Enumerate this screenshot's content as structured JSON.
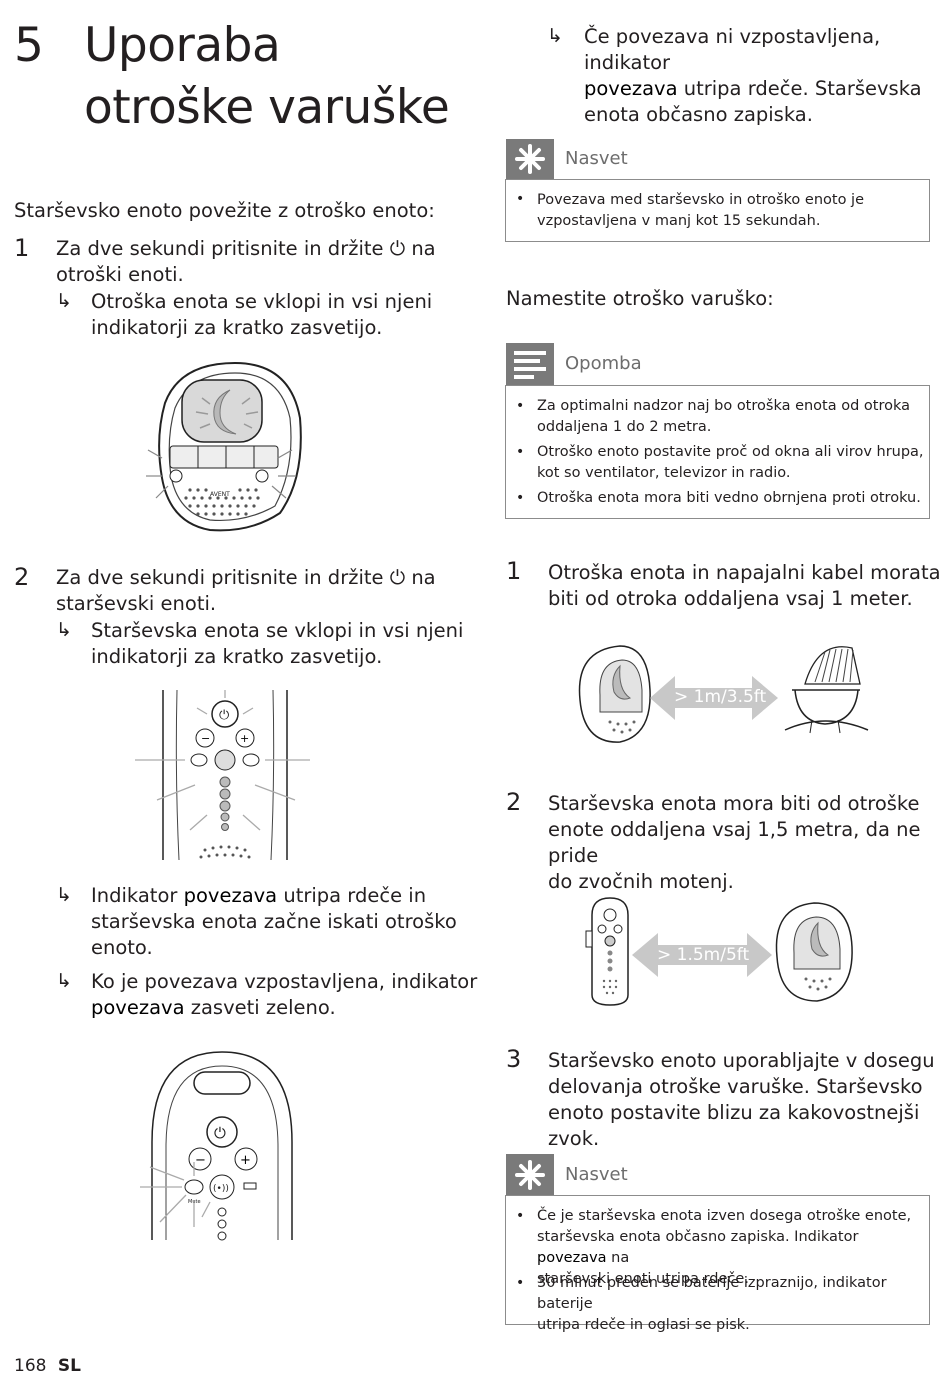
{
  "page": {
    "section_number": "5",
    "title_line1": "Uporaba",
    "title_line2": "otroške varuške",
    "footer_page": "168",
    "footer_lang": "SL"
  },
  "left": {
    "heading": "Starševsko enoto povežite z otroško enoto:",
    "step1": {
      "num": "1",
      "line1": "Za dve sekundi pritisnite in držite ⏻ na",
      "line2": "otroški enoti.",
      "result1": "Otroška enota se vklopi in vsi njeni",
      "result2": "indikatorji za kratko zasvetijo."
    },
    "step2": {
      "num": "2",
      "line1": "Za dve sekundi pritisnite in držite ⏻ na",
      "line2": "starševski enoti.",
      "result1": "Starševska enota se vklopi in vsi njeni",
      "result2": "indikatorji za kratko zasvetijo."
    },
    "result3": {
      "pre": "Indikator ",
      "keyword": "povezava",
      "post": " utripa rdeče in",
      "line2": "starševska enota začne iskati otroško",
      "line3": "enoto."
    },
    "result4": {
      "line1": "Ko je povezava vzpostavljena, indikator",
      "keyword": "povezava",
      "post": " zasveti zeleno."
    },
    "baby_unit_brand": "AVENT",
    "parent_unit_label": "Mute"
  },
  "right": {
    "top_result": {
      "line1": "Če povezava ni vzpostavljena, indikator",
      "keyword": "povezava",
      "post": " utripa rdeče. Starševska",
      "line3": "enota občasno zapiska."
    },
    "tip1": {
      "label": "Nasvet",
      "items": [
        [
          "Povezava med starševsko in otroško enoto je",
          "vzpostavljena v manj kot 15 sekundah."
        ]
      ]
    },
    "heading2": "Namestite otroško varuško:",
    "note": {
      "label": "Opomba",
      "items": [
        [
          "Za optimalni nadzor naj bo otroška enota od otroka",
          "oddaljena 1 do 2 metra."
        ],
        [
          "Otroško enoto postavite proč od okna ali virov hrupa,",
          "kot so ventilator, televizor in radio."
        ],
        [
          "Otroška enota mora biti vedno obrnjena proti otroku."
        ]
      ]
    },
    "step1": {
      "num": "1",
      "line1": "Otroška enota in napajalni kabel morata",
      "line2": "biti od otroka oddaljena vsaj 1 meter."
    },
    "distance1": "> 1m/3.5ft",
    "step2": {
      "num": "2",
      "line1": "Starševska enota mora biti od otroške",
      "line2": "enote oddaljena vsaj 1,5 metra, da ne pride",
      "line3": "do zvočnih motenj."
    },
    "distance2": "> 1.5m/5ft",
    "step3": {
      "num": "3",
      "line1": "Starševsko enoto uporabljajte v dosegu",
      "line2": "delovanja otroške varuške. Starševsko",
      "line3": "enoto postavite blizu za kakovostnejši zvok."
    },
    "tip2": {
      "label": "Nasvet",
      "item1_l1": "Če je starševska enota izven dosega otroške enote,",
      "item1_l2": "starševska enota občasno zapiska. Indikator ",
      "item1_keyword": "povezava",
      "item1_post": " na",
      "item1_l3": "starševski enoti utripa rdeče.",
      "item2_l1": "30 minut preden se baterije izpraznijo, indikator baterije",
      "item2_l2": "utripa rdeče in oglasi se pisk."
    }
  },
  "colors": {
    "text": "#231f20",
    "icon_grey": "#7a7a7a",
    "box_border": "#8c8c8c",
    "arrow_grey": "#c8c8c8"
  }
}
